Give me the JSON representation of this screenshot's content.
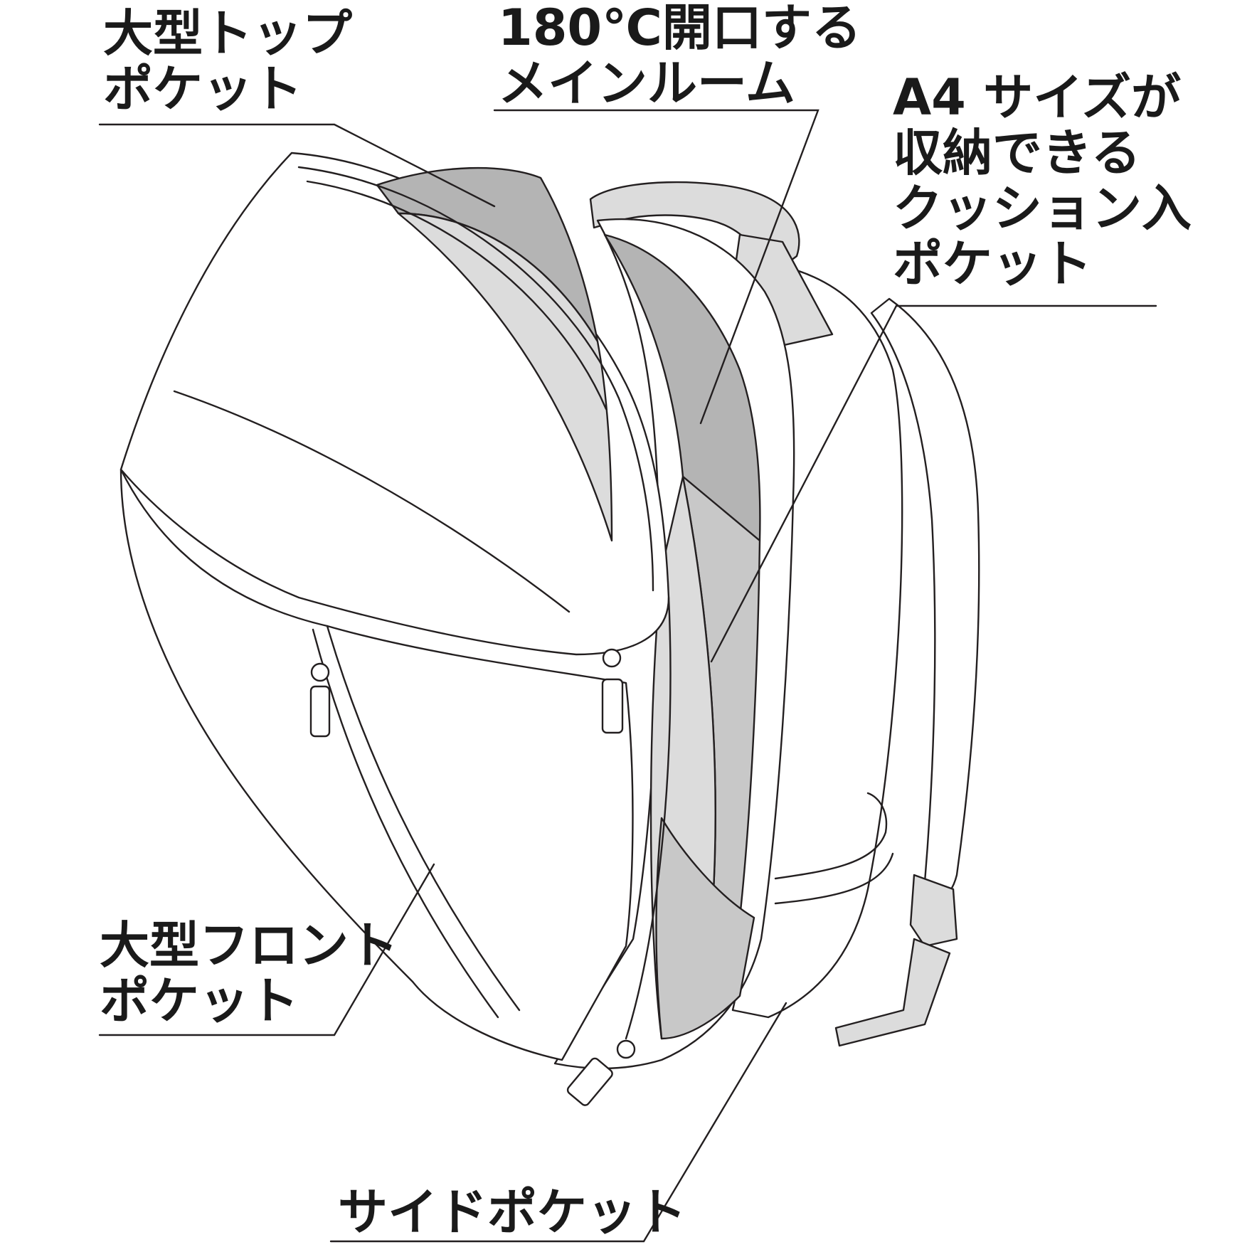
{
  "colors": {
    "outline": "#231f20",
    "shade_light": "#dcdcdc",
    "shade_mid": "#c8c8c8",
    "shade_dark": "#b4b4b4",
    "text": "#1a1a1a",
    "background": "#ffffff"
  },
  "labels": {
    "top_pocket": {
      "line1": "大型トップ",
      "line2": "ポケット"
    },
    "main_room": {
      "line1": "180℃開口する",
      "line2": "メインルーム"
    },
    "cushion_pocket": {
      "line1": "A4 サイズが",
      "line2": "収納できる",
      "line3": "クッション入",
      "line4": "ポケット"
    },
    "front_pocket": {
      "line1": "大型フロント",
      "line2": "ポケット"
    },
    "side_pocket": {
      "line1": "サイドポケット"
    }
  }
}
